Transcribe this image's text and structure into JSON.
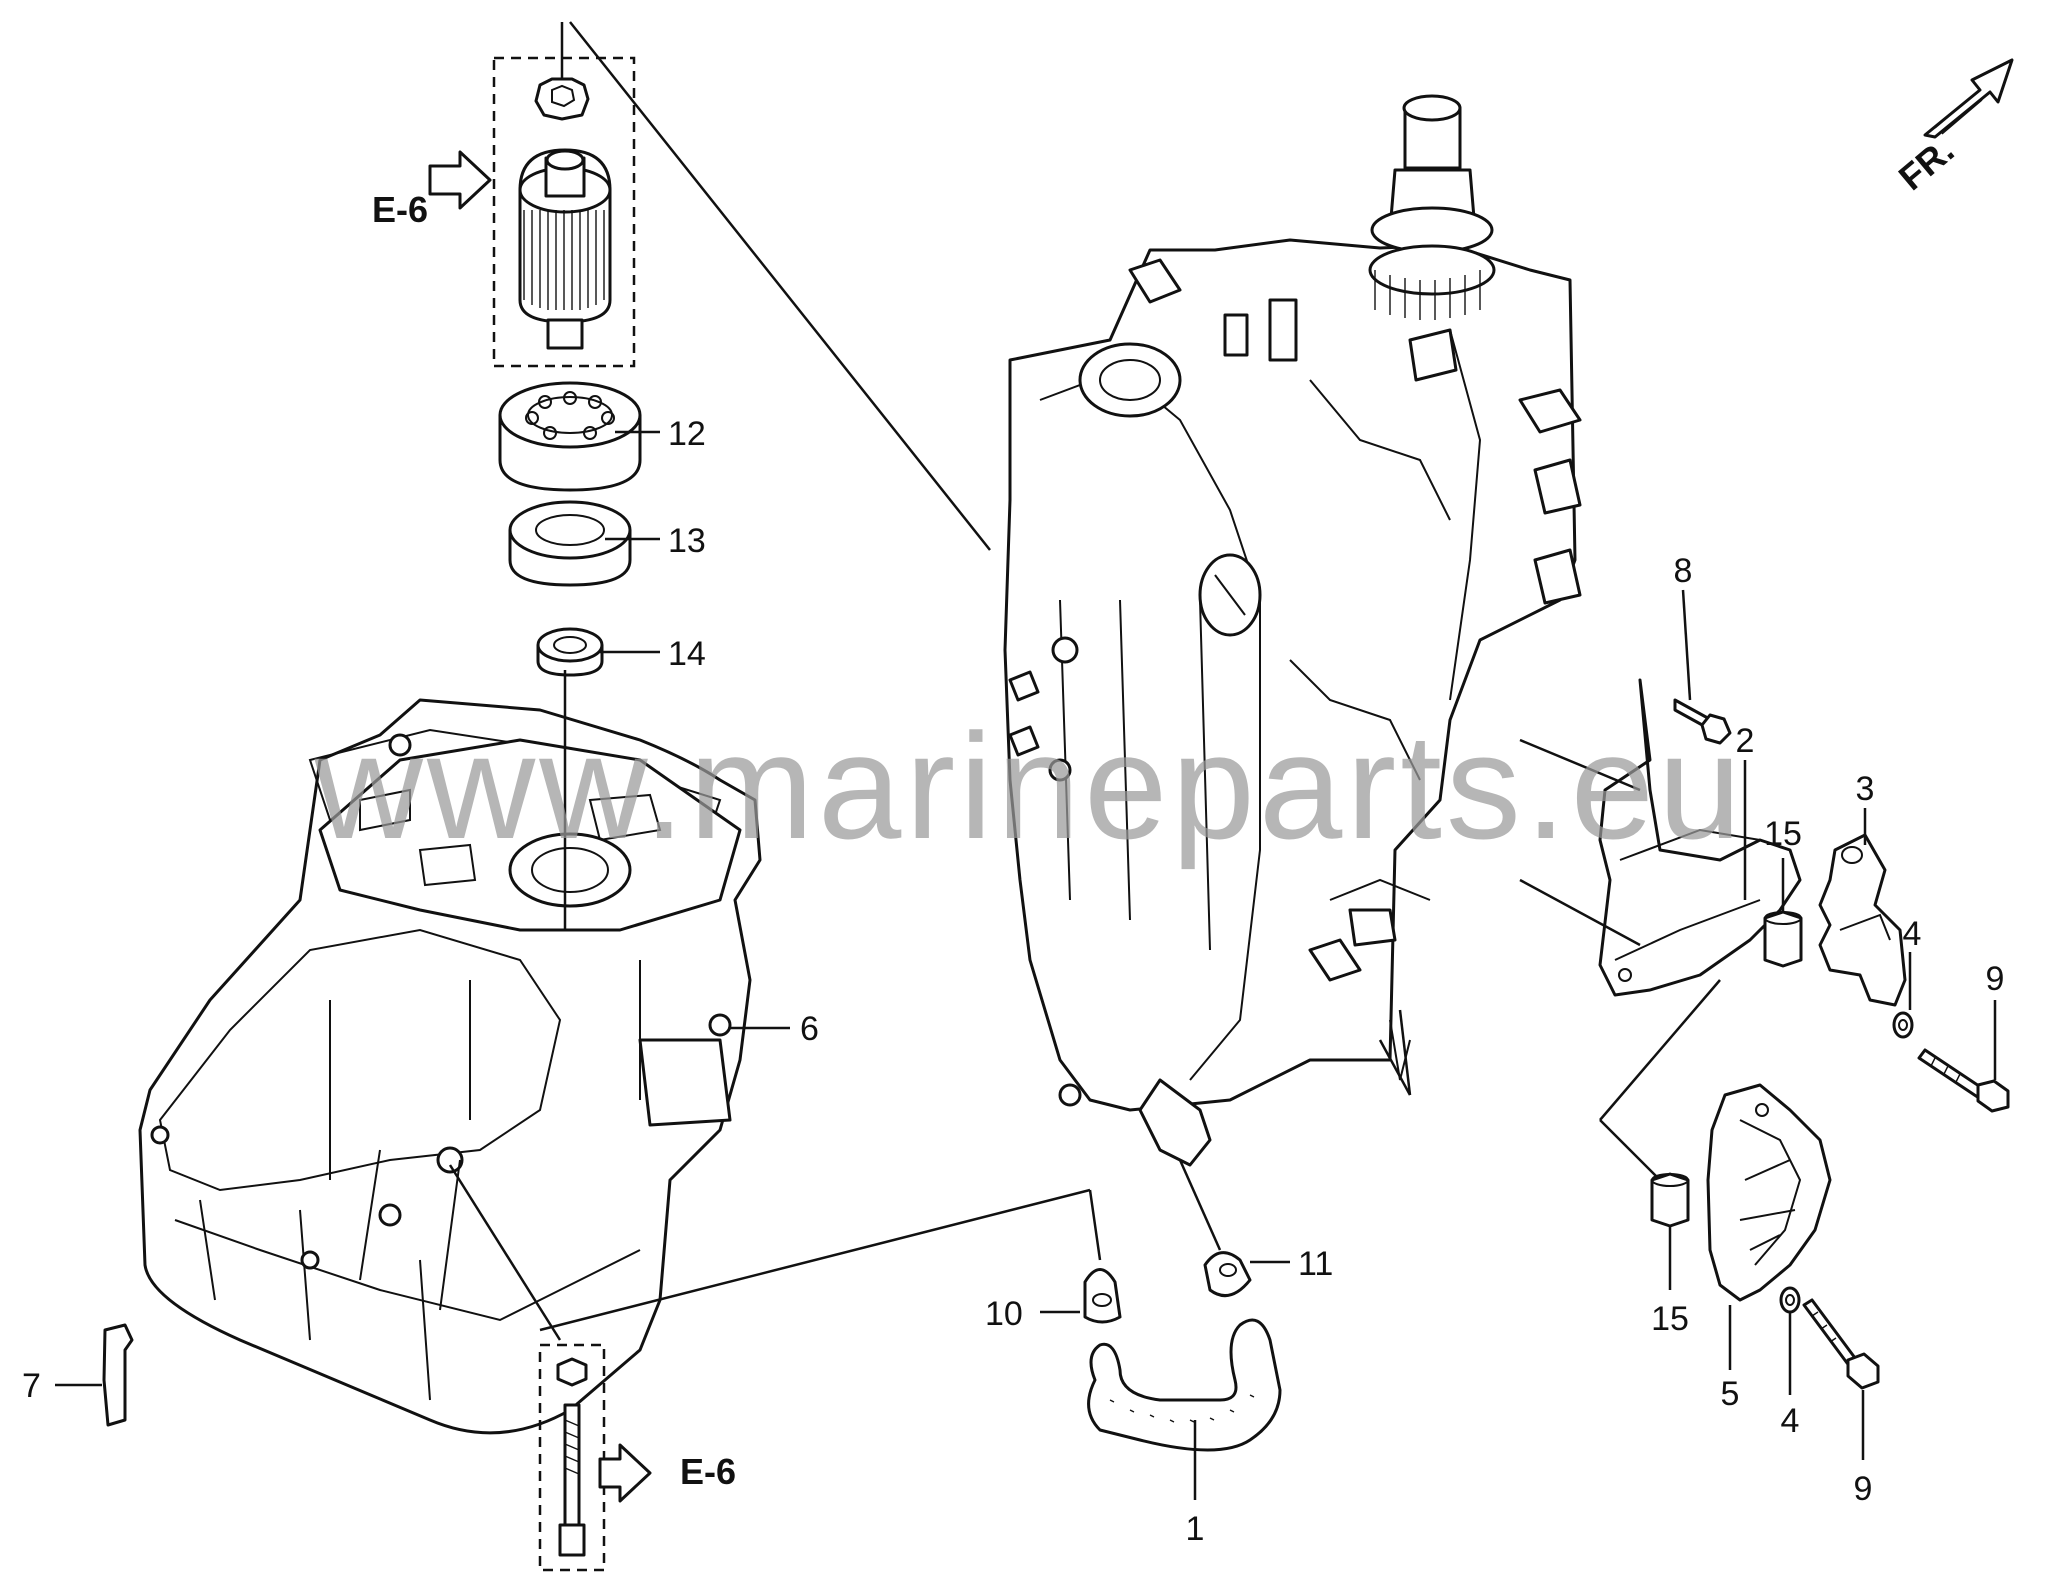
{
  "watermark": "www.marineparts.eu",
  "orientation": {
    "label": "FR."
  },
  "references": [
    {
      "id": "ref-top",
      "label": "E-6"
    },
    {
      "id": "ref-bottom",
      "label": "E-6"
    }
  ],
  "callouts": [
    {
      "id": "1",
      "label": "1"
    },
    {
      "id": "2",
      "label": "2"
    },
    {
      "id": "3",
      "label": "3"
    },
    {
      "id": "4a",
      "label": "4"
    },
    {
      "id": "4b",
      "label": "4"
    },
    {
      "id": "5",
      "label": "5"
    },
    {
      "id": "6",
      "label": "6"
    },
    {
      "id": "7",
      "label": "7"
    },
    {
      "id": "8",
      "label": "8"
    },
    {
      "id": "9a",
      "label": "9"
    },
    {
      "id": "9b",
      "label": "9"
    },
    {
      "id": "10",
      "label": "10"
    },
    {
      "id": "11",
      "label": "11"
    },
    {
      "id": "12",
      "label": "12"
    },
    {
      "id": "13",
      "label": "13"
    },
    {
      "id": "14",
      "label": "14"
    },
    {
      "id": "15a",
      "label": "15"
    },
    {
      "id": "15b",
      "label": "15"
    }
  ]
}
